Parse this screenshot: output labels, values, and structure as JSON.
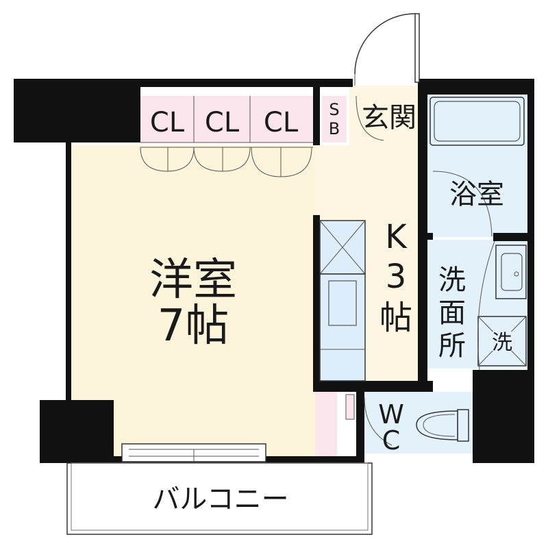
{
  "floorplan": {
    "rooms": {
      "western_room": {
        "name": "洋室",
        "size": "7帖"
      },
      "kitchen": {
        "letter": "K",
        "number": "3",
        "unit": "帖"
      },
      "entrance": "玄関",
      "bathroom": "浴室",
      "washroom": [
        "洗",
        "面",
        "所"
      ],
      "washer": "洗",
      "toilet": {
        "line1": "W",
        "line2": "C"
      },
      "shoe_box": {
        "line1": "S",
        "line2": "B"
      },
      "closets": [
        "CL",
        "CL",
        "CL"
      ],
      "balcony": "バルコニー"
    },
    "colors": {
      "western_room": "#fcf5dc",
      "kitchen": "#fdf6e3",
      "closet": "#fae6ec",
      "wet_area": "#e3f1fb",
      "wall": "#111111"
    }
  }
}
